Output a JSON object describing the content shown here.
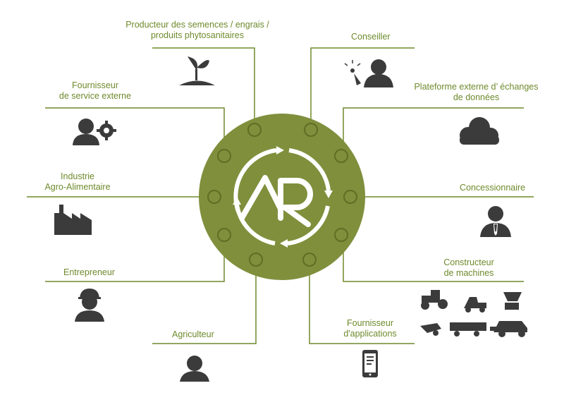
{
  "center": {
    "logo_text": "AR",
    "color": "#7f8f3c"
  },
  "line_color": "#6e8a2c",
  "icon_color": "#3b3b3b",
  "actors": {
    "producer": {
      "label_line1": "Producteur des semences / engrais /",
      "label_line2": "produits phytosanitaires",
      "icon": "seedling-icon"
    },
    "conseiller": {
      "label": "Conseiller",
      "icon": "advisor-icon"
    },
    "service": {
      "label_line1": "Fournisseur",
      "label_line2": "de service externe",
      "icon": "person-gear-icon"
    },
    "platform": {
      "label_line1": "Plateforme externe d’ échanges",
      "label_line2": "de données",
      "icon": "cloud-icon"
    },
    "industry": {
      "label_line1": "Industrie",
      "label_line2": "Agro-Alimentaire",
      "icon": "factory-icon"
    },
    "dealer": {
      "label": "Concessionnaire",
      "icon": "businessman-icon"
    },
    "contractor": {
      "label": "Entrepreneur",
      "icon": "hardhat-worker-icon"
    },
    "manufacturer": {
      "label_line1": "Constructeur",
      "label_line2": "de machines",
      "icon": "machines-icon"
    },
    "farmer": {
      "label": "Agriculteur",
      "icon": "farmer-icon"
    },
    "apps": {
      "label_line1": "Fournisseur",
      "label_line2": "d'applications",
      "icon": "smartphone-icon"
    }
  }
}
